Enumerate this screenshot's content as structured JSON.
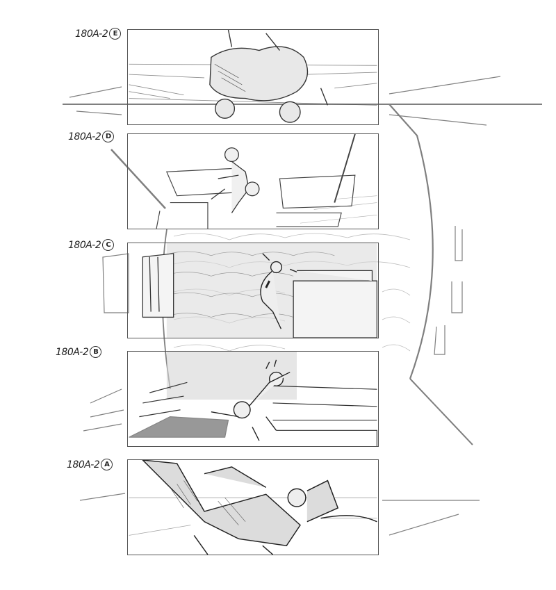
{
  "sheet": {
    "type": "storyboard",
    "medium": "pencil sketch",
    "ink_color": "#333333",
    "paper_color": "#ffffff",
    "panel_border_color": "#555555"
  },
  "panels": [
    {
      "scene": "180A-2",
      "letter": "E",
      "description": "two figures tumbling together against a ceiling, seen from below"
    },
    {
      "scene": "180A-2",
      "letter": "D",
      "description": "figures falling past upper wall / doorway, spinning motion lines"
    },
    {
      "scene": "180A-2",
      "letter": "C",
      "description": "single figure falling over patterned carpet, window at left, bed at right"
    },
    {
      "scene": "180A-2",
      "letter": "B",
      "description": "two figures grappling mid-air over floor, impact marks"
    },
    {
      "scene": "180A-2",
      "letter": "A",
      "description": "close view of two men crashing to floor, heavy shading"
    }
  ]
}
